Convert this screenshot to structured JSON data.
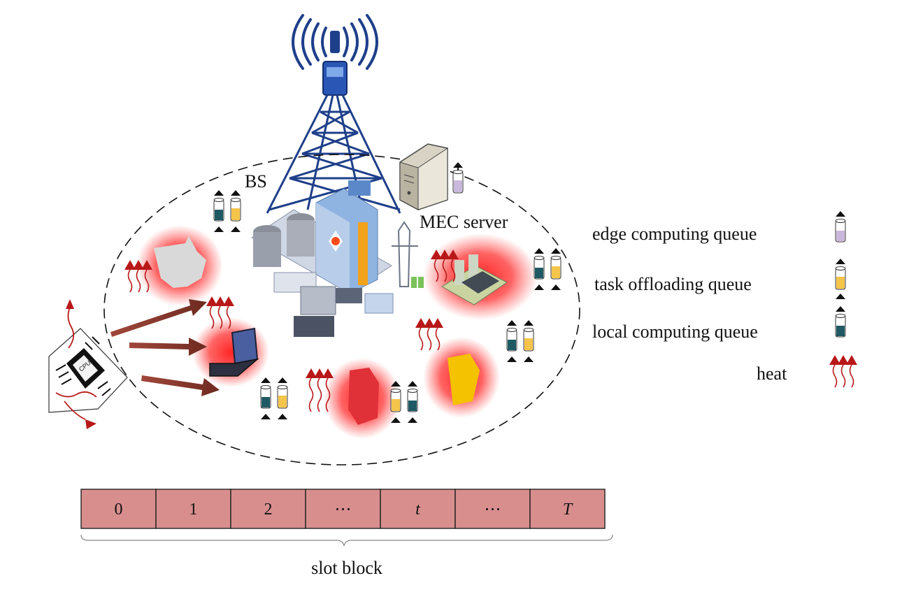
{
  "labels": {
    "bs": "BS",
    "mec_server": "MEC server",
    "slot_block": "slot block"
  },
  "legend": [
    {
      "label": "edge computing queue",
      "icon": "edge-queue-icon",
      "color": "#c9b8dc"
    },
    {
      "label": "task offloading queue",
      "icon": "offload-queue-icon",
      "color": "#f5c44a"
    },
    {
      "label": "local computing queue",
      "icon": "local-queue-icon",
      "color": "#1f5a64"
    },
    {
      "label": "heat",
      "icon": "heat-icon",
      "color": "#b81818"
    }
  ],
  "slots": [
    "0",
    "1",
    "2",
    "⋯",
    "t",
    "⋯",
    "T"
  ],
  "colors": {
    "slot_fill": "#d98e8e",
    "arrow": "#8b3a2e",
    "tower": "#1e3f8a",
    "heat": "#b81818",
    "glow": "#ff2020"
  }
}
